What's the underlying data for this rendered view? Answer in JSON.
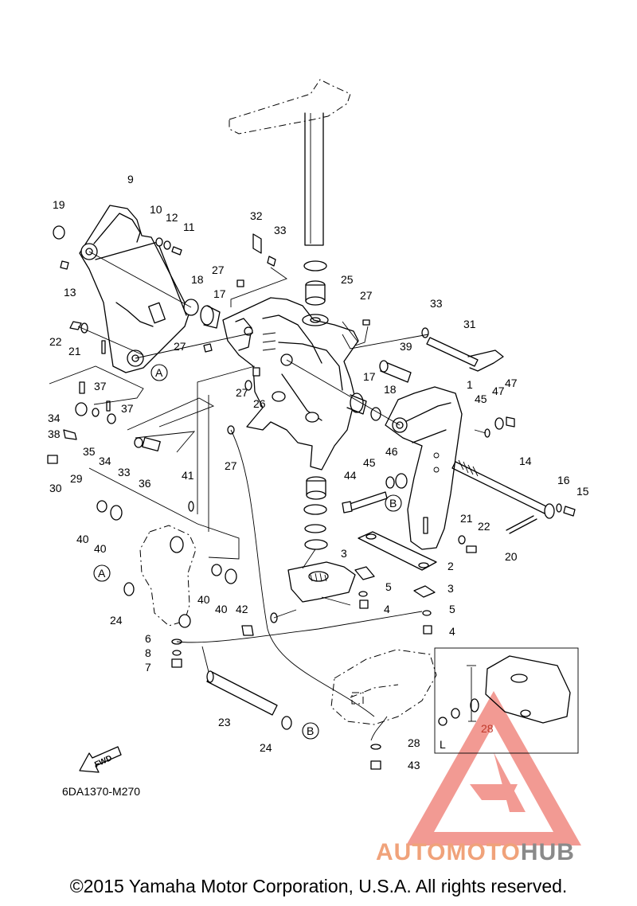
{
  "diagram_code": "6DA1370-M270",
  "copyright": "©2015 Yamaha Motor Corporation, U.S.A. All rights reserved.",
  "fwd_arrow_label": "FWD",
  "inset_label": "L",
  "view_markers": [
    "A",
    "B"
  ],
  "watermark": {
    "part1": "AUTOMOTO",
    "part2": "HUB",
    "color_primary": "#f0a27a",
    "color_secondary": "#8a8a8a",
    "triangle_color": "#e8483c"
  },
  "callouts": [
    "1",
    "2",
    "3",
    "3",
    "4",
    "4",
    "5",
    "5",
    "6",
    "7",
    "8",
    "9",
    "10",
    "11",
    "12",
    "13",
    "14",
    "15",
    "16",
    "17",
    "17",
    "18",
    "18",
    "19",
    "20",
    "21",
    "21",
    "22",
    "22",
    "23",
    "24",
    "24",
    "25",
    "26",
    "27",
    "27",
    "27",
    "27",
    "27",
    "28",
    "28",
    "29",
    "30",
    "31",
    "32",
    "33",
    "33",
    "33",
    "34",
    "34",
    "35",
    "36",
    "37",
    "37",
    "38",
    "39",
    "40",
    "40",
    "40",
    "40",
    "41",
    "42",
    "43",
    "44",
    "45",
    "45",
    "46",
    "47",
    "47"
  ]
}
